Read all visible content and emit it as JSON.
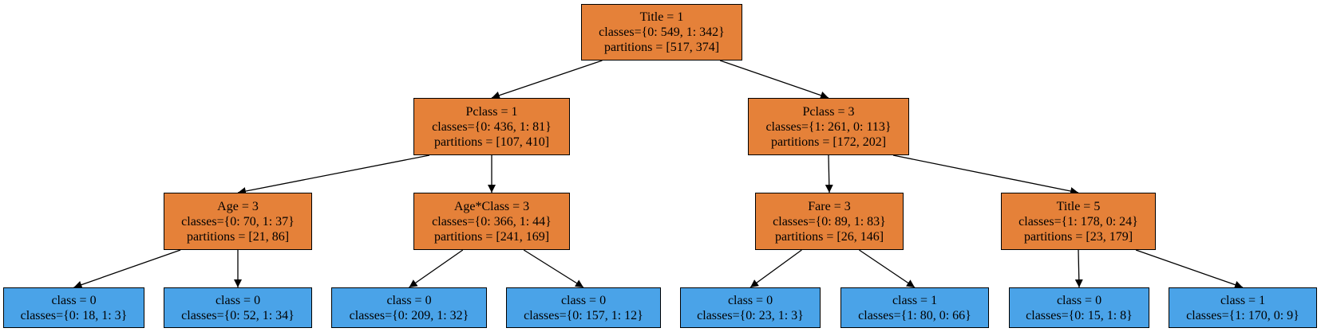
{
  "colors": {
    "split_fill": "#e58139",
    "leaf_fill": "#4aa3e8",
    "stroke": "#000000"
  },
  "nodes": {
    "n0": {
      "kind": "split",
      "lines": [
        "Title = 1",
        "classes={0: 549, 1: 342}",
        "partitions = [517, 374]"
      ]
    },
    "n1": {
      "kind": "split",
      "lines": [
        "Pclass = 1",
        "classes={0: 436, 1: 81}",
        "partitions = [107, 410]"
      ]
    },
    "n2": {
      "kind": "split",
      "lines": [
        "Pclass = 3",
        "classes={1: 261, 0: 113}",
        "partitions = [172, 202]"
      ]
    },
    "n3": {
      "kind": "split",
      "lines": [
        "Age = 3",
        "classes={0: 70, 1: 37}",
        "partitions = [21, 86]"
      ]
    },
    "n4": {
      "kind": "split",
      "lines": [
        "Age*Class = 3",
        "classes={0: 366, 1: 44}",
        "partitions = [241, 169]"
      ]
    },
    "n5": {
      "kind": "split",
      "lines": [
        "Fare = 3",
        "classes={0: 89, 1: 83}",
        "partitions = [26, 146]"
      ]
    },
    "n6": {
      "kind": "split",
      "lines": [
        "Title = 5",
        "classes={1: 178, 0: 24}",
        "partitions = [23, 179]"
      ]
    },
    "n7": {
      "kind": "leaf",
      "lines": [
        "class = 0",
        "classes={0: 18, 1: 3}"
      ]
    },
    "n8": {
      "kind": "leaf",
      "lines": [
        "class = 0",
        "classes={0: 52, 1: 34}"
      ]
    },
    "n9": {
      "kind": "leaf",
      "lines": [
        "class = 0",
        "classes={0: 209, 1: 32}"
      ]
    },
    "n10": {
      "kind": "leaf",
      "lines": [
        "class = 0",
        "classes={0: 157, 1: 12}"
      ]
    },
    "n11": {
      "kind": "leaf",
      "lines": [
        "class = 0",
        "classes={0: 23, 1: 3}"
      ]
    },
    "n12": {
      "kind": "leaf",
      "lines": [
        "class = 1",
        "classes={1: 80, 0: 66}"
      ]
    },
    "n13": {
      "kind": "leaf",
      "lines": [
        "class = 0",
        "classes={0: 15, 1: 8}"
      ]
    },
    "n14": {
      "kind": "leaf",
      "lines": [
        "class = 1",
        "classes={1: 170, 0: 9}"
      ]
    }
  },
  "edges": [
    [
      "n0",
      "n1"
    ],
    [
      "n0",
      "n2"
    ],
    [
      "n1",
      "n3"
    ],
    [
      "n1",
      "n4"
    ],
    [
      "n2",
      "n5"
    ],
    [
      "n2",
      "n6"
    ],
    [
      "n3",
      "n7"
    ],
    [
      "n3",
      "n8"
    ],
    [
      "n4",
      "n9"
    ],
    [
      "n4",
      "n10"
    ],
    [
      "n5",
      "n11"
    ],
    [
      "n5",
      "n12"
    ],
    [
      "n6",
      "n13"
    ],
    [
      "n6",
      "n14"
    ]
  ]
}
